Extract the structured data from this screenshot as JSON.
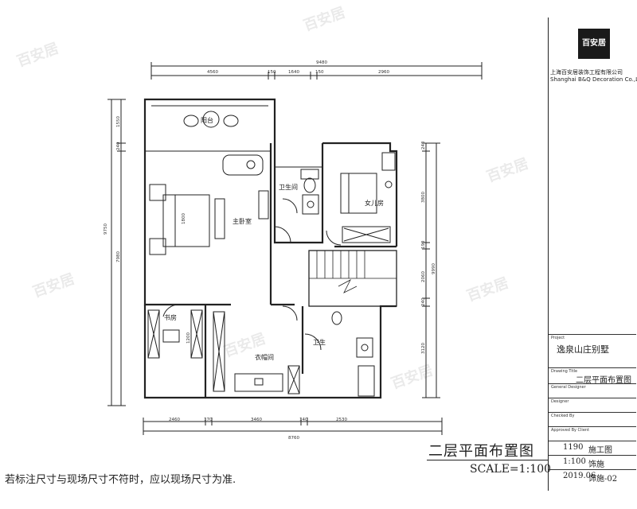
{
  "note": "若标注尺寸与现场尺寸不符时，应以现场尺寸为准.",
  "drawing": {
    "title": "二层平面布置图",
    "scale": "SCALE=1:100",
    "top_dims": {
      "total": "9480",
      "segments": [
        "4560",
        "150",
        "1640",
        "150",
        "2960"
      ]
    },
    "bottom_dims": {
      "total": "8760",
      "segments": [
        "2460",
        "170",
        "3460",
        "140",
        "2530"
      ]
    },
    "left_dims": {
      "outer": "9750",
      "inner": "7980",
      "top": "1550",
      "small": "240"
    },
    "right_dims": {
      "outer": "9990",
      "seg1": "240",
      "seg2": "3800",
      "seg3": "190",
      "seg4": "2060",
      "seg5": "240",
      "seg6": "3120"
    },
    "rooms": {
      "terrace": "阳台",
      "master": "主卧室",
      "bath1": "卫生间",
      "daughter": "女儿房",
      "study": "书房",
      "closet": "衣帽间",
      "bath2": "卫生"
    },
    "inner_dims": {
      "bed_master": "1800",
      "study_desk": "1200"
    }
  },
  "title_block": {
    "logo": "百安居",
    "company_cn": "上海百安居装饰工程有限公司",
    "company_en": "Shanghai B&Q Decoration Co.,Ltd",
    "project_label": "Project",
    "project_name": "逸泉山庄别墅",
    "drawing_title_label": "Drawing Title",
    "drawing_title": "二层平面布置图",
    "general_designer_label": "General Designer",
    "designer_label": "Designer",
    "checked_label": "Checked By",
    "approved_label": "Approved By Client",
    "job_no": "1190",
    "status": "施工图",
    "scale": "1:100",
    "discipline": "饰施",
    "date": "2019.06",
    "drawing_no": "饰施-02"
  }
}
